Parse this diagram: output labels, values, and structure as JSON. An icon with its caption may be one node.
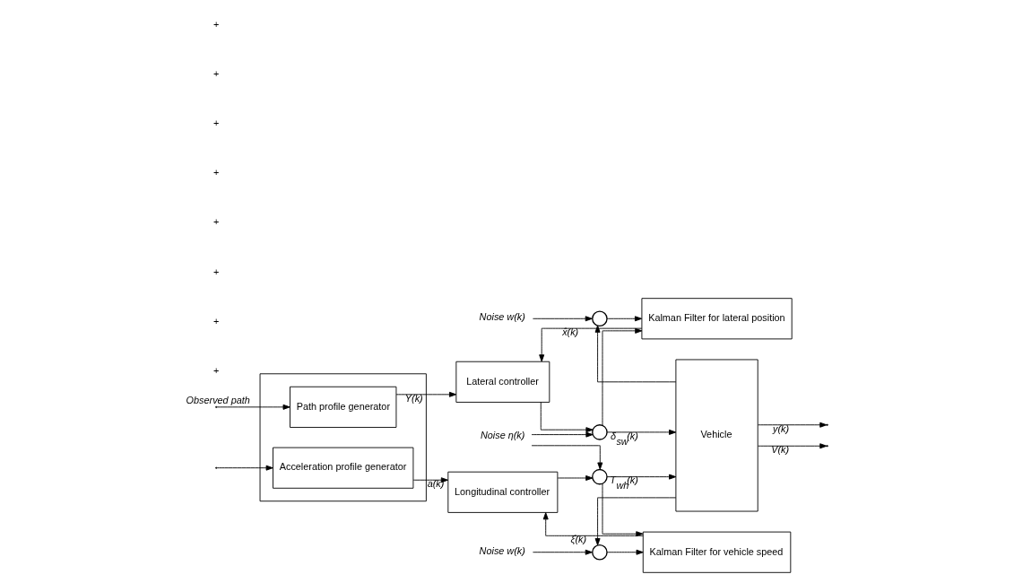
{
  "diagram": {
    "nodes": [
      {
        "text": [],
        "shape": "box"
      },
      {
        "text": [
          "Path profile generator"
        ],
        "in": 0
      },
      {
        "text": [
          "Acceleration profile generator"
        ],
        "in": 0
      },
      {
        "text": [
          "Lateral controller"
        ]
      },
      {
        "text": [
          "Longitudinal controller"
        ]
      },
      {
        "text": [
          "Kalman Filter for lateral position"
        ]
      },
      {
        "text": [
          "Kalman Filter for vehicle speed"
        ]
      },
      {
        "text": [
          "Vehicle"
        ]
      },
      {
        "text": [],
        "shape": "circle"
      },
      {
        "text": [],
        "shape": "circle"
      },
      {
        "text": [],
        "shape": "circle"
      },
      {
        "text": [],
        "shape": "circle"
      },
      {
        "text": [
          "Noise w(k)"
        ]
      },
      {
        "text": [
          "Noise η(k)"
        ]
      },
      {
        "text": [
          "Noise w(k)"
        ]
      }
    ],
    "edges": [
      {
        "from": null,
        "to": 1,
        "arrow": "to",
        "label": "Observed path"
      },
      {
        "from": null,
        "to": 2,
        "arrow": "to"
      },
      {
        "from": 1,
        "to": 3,
        "arrow": "to",
        "label": "Y(k)"
      },
      {
        "from": 2,
        "to": 4,
        "arrow": "to",
        "label": "a(k)"
      },
      {
        "from": 3,
        "to": 9,
        "arrow": "to"
      },
      {
        "from": 4,
        "to": 10,
        "arrow": "to"
      },
      {
        "from": 13,
        "to": 9,
        "arrow": "to"
      },
      {
        "from": 13,
        "to": 10,
        "arrow": "to"
      },
      {
        "from": 9,
        "to": 7,
        "arrow": "to",
        "label": "δ$_{sw}$(k)"
      },
      {
        "from": 9,
        "to": 5,
        "arrow": "to"
      },
      {
        "from": 10,
        "to": 7,
        "arrow": "to",
        "label": "T$_{wh}$(k)"
      },
      {
        "from": 10,
        "to": 6,
        "arrow": "to"
      },
      {
        "from": 7,
        "to": null,
        "arrow": "to",
        "label": "y(k)"
      },
      {
        "from": 7,
        "to": 8,
        "arrow": "to"
      },
      {
        "from": 7,
        "to": null,
        "arrow": "to",
        "label": "V(k)"
      },
      {
        "from": 7,
        "to": 11,
        "arrow": "to"
      },
      {
        "from": 12,
        "to": 8,
        "arrow": "to"
      },
      {
        "from": 14,
        "to": 11,
        "arrow": "to"
      },
      {
        "from": 8,
        "to": 5,
        "arrow": "to"
      },
      {
        "from": 11,
        "to": 6,
        "arrow": "to"
      },
      {
        "from": 5,
        "to": 3,
        "arrow": "to",
        "label": "x̂(k)"
      },
      {
        "from": 6,
        "to": 4,
        "arrow": "to",
        "label": "ξ̂(k)"
      }
    ],
    "labels": [
      "+",
      "+",
      "+",
      "+",
      "+",
      "+",
      "+",
      "+"
    ]
  }
}
